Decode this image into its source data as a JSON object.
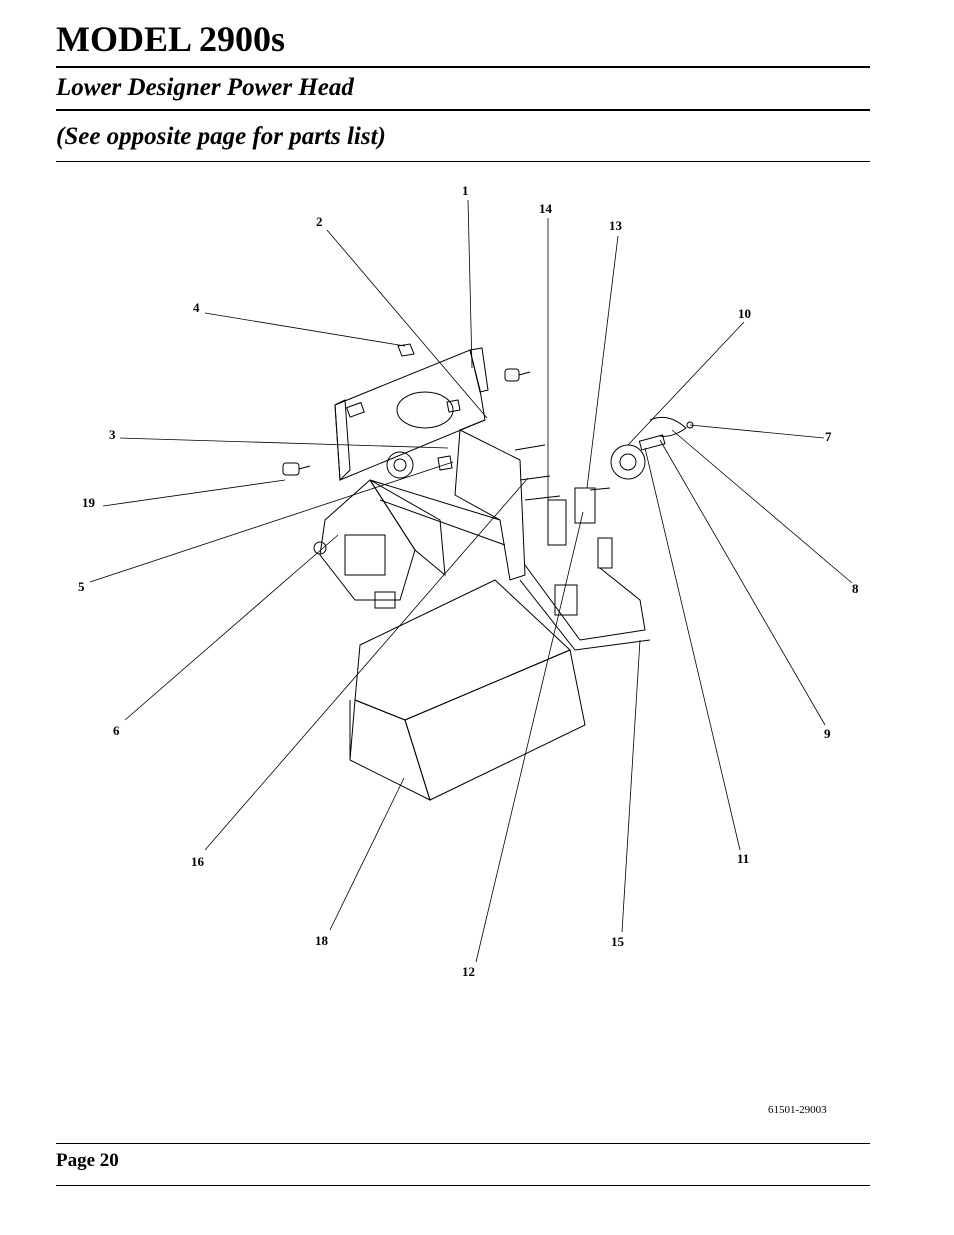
{
  "header": {
    "title": "MODEL 2900s",
    "subtitle": "Lower Designer Power Head",
    "note": "(See opposite page for parts list)"
  },
  "diagram": {
    "drawing_number": "61501-29003",
    "callouts": [
      "1",
      "2",
      "3",
      "4",
      "5",
      "6",
      "7",
      "8",
      "9",
      "10",
      "11",
      "12",
      "13",
      "14",
      "15",
      "16",
      "18",
      "19"
    ]
  },
  "footer": {
    "page": "Page 20"
  }
}
